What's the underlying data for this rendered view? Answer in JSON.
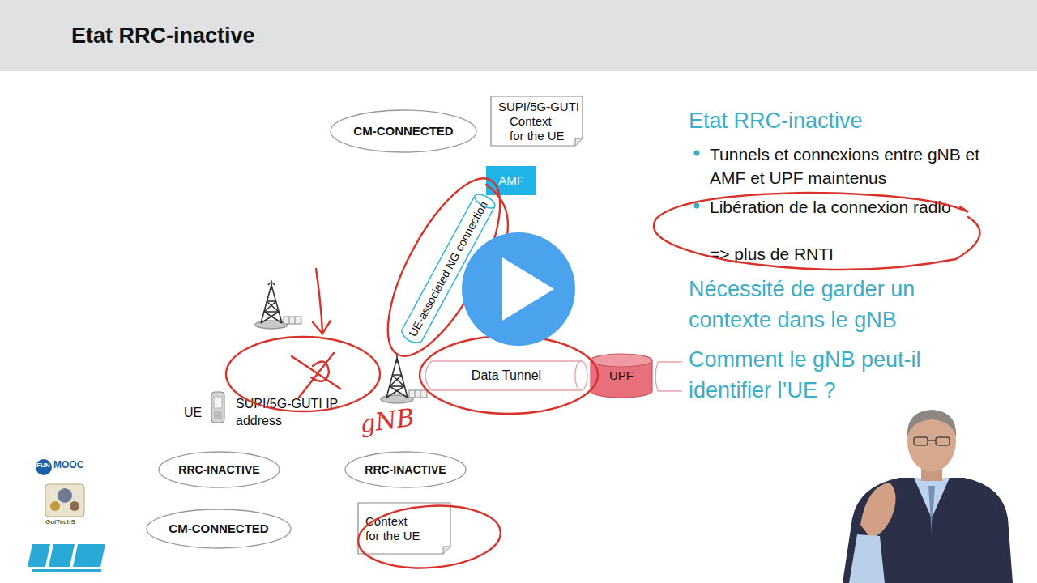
{
  "diagram": {
    "title": "Etat RRC-inactive",
    "nodes": [
      {
        "text": [
          "CM-CONNECTED"
        ]
      },
      {
        "text": [
          "SUPI/5G-GUTI",
          "Context for the UE"
        ]
      },
      {
        "text": [
          "AMF"
        ]
      },
      {
        "text": [
          "UE-associated NG connection"
        ]
      },
      {
        "text": [
          "Data Tunnel"
        ]
      },
      {
        "text": [
          "UPF"
        ]
      },
      {
        "text": [
          "RRC-INACTIVE"
        ]
      },
      {
        "text": [
          "RRC-INACTIVE"
        ]
      },
      {
        "text": [
          "CM-CONNECTED"
        ]
      },
      {
        "text": [
          "Context for the UE"
        ]
      }
    ],
    "labels": [
      "Etat RRC-inactive",
      "Tunnels et connexions entre gNB et AMF et UPF maintenus",
      "Libération de la connexion radio",
      "=> plus de RNTI",
      "Nécessité de garder un contexte dans le gNB",
      "Comment le gNB peut-il identifier l’UE ?",
      "UE",
      "SUPI/5G-GUTI IP address",
      "gNB",
      "FUN",
      "MOOC",
      "GuiTechS"
    ]
  }
}
